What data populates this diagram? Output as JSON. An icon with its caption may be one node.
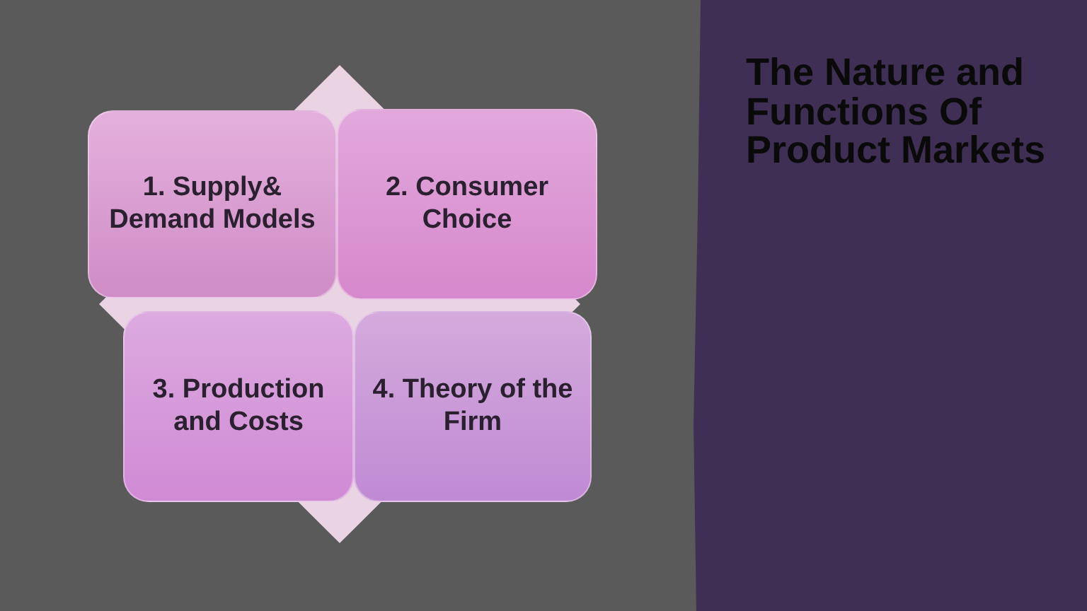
{
  "diagram": {
    "title": "The Nature and Functions Of Product Markets",
    "nodes": [
      {
        "text": [
          "1. Supply& Demand Models"
        ]
      },
      {
        "text": [
          "2. Consumer Choice"
        ]
      },
      {
        "text": [
          "3. Production and Costs"
        ]
      },
      {
        "text": [
          "4. Theory of the Firm"
        ]
      }
    ]
  }
}
